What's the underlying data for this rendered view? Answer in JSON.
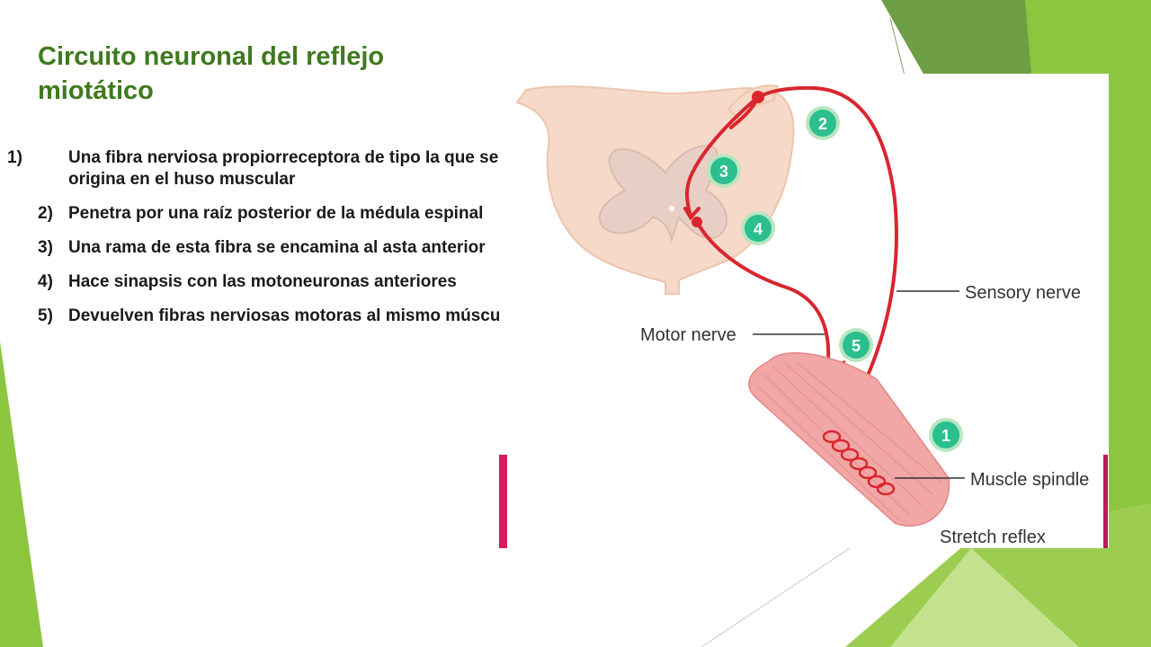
{
  "slide": {
    "title": "Circuito neuronal del reflejo miotático",
    "steps": [
      {
        "num": "1)",
        "text": "Una fibra nerviosa propiorreceptora de tipo Ia que se origina en  el huso muscular"
      },
      {
        "num": "2)",
        "text": "Penetra por una raíz posterior de la médula espinal"
      },
      {
        "num": "3)",
        "text": "Una rama de esta fibra se encamina al asta anterior"
      },
      {
        "num": "4)",
        "text": "Hace sinapsis con las motoneuronas anteriores"
      },
      {
        "num": "5)",
        "text": "Devuelven fibras nerviosas motoras al mismo músculo."
      }
    ]
  },
  "diagram": {
    "labels": {
      "sensory_nerve": "Sensory nerve",
      "motor_nerve": "Motor nerve",
      "muscle_spindle": "Muscle spindle",
      "caption": "Stretch reflex"
    },
    "markers": [
      "1",
      "2",
      "3",
      "4",
      "5"
    ],
    "colors": {
      "nerve": "#d9262e",
      "marker_fill": "#2bbf8f",
      "marker_ring": "#b8e6c0",
      "cord": "#f6d9c8",
      "gray_matter": "#e8cfc6",
      "muscle": "#f0a7a6",
      "title": "#3f7a1e",
      "accent_bar": "#d81b60"
    }
  }
}
